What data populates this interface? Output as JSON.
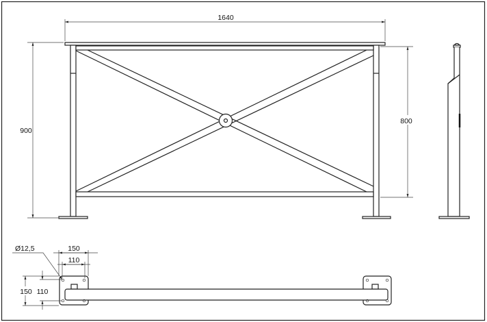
{
  "drawing": {
    "front_view": {
      "width_dim": "1640",
      "total_height_dim": "900",
      "frame_height_dim": "800"
    },
    "top_view": {
      "hole_diameter_dim": "Ø12,5",
      "plate_width_dim": "150",
      "hole_spacing_x_dim": "110",
      "plate_depth_dim": "150",
      "hole_spacing_y_dim": "110"
    },
    "colors": {
      "line": "#222222",
      "background": "#ffffff"
    }
  }
}
